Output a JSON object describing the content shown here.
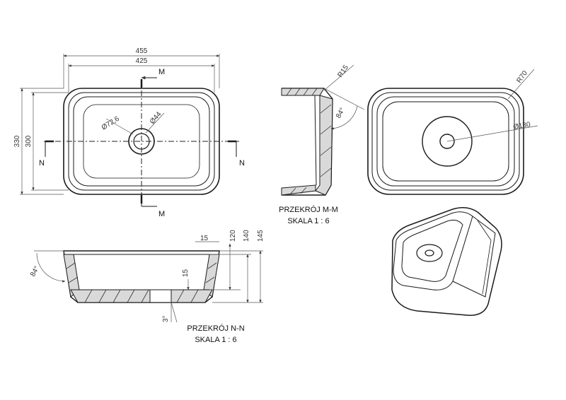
{
  "top_view": {
    "dim_outer_width": "455",
    "dim_inner_width": "425",
    "dim_outer_height": "330",
    "dim_inner_height": "300",
    "drain_outer": "Ø72,6",
    "drain_inner": "Ø44",
    "mark_m": "M",
    "mark_n": "N"
  },
  "section_mm": {
    "radius": "R15",
    "angle": "84°",
    "title": "PRZEKRÓJ M-M",
    "scale": "SKALA 1 : 6"
  },
  "section_nn": {
    "dim_15_top": "15",
    "dim_120": "120",
    "dim_140": "140",
    "dim_145": "145",
    "dim_15_side": "15",
    "angle": "84°",
    "draft": "3°",
    "title": "PRZEKRÓJ N-N",
    "scale": "SKALA 1 : 6"
  },
  "bottom_view": {
    "radius": "R70",
    "drain": "Ø130"
  }
}
